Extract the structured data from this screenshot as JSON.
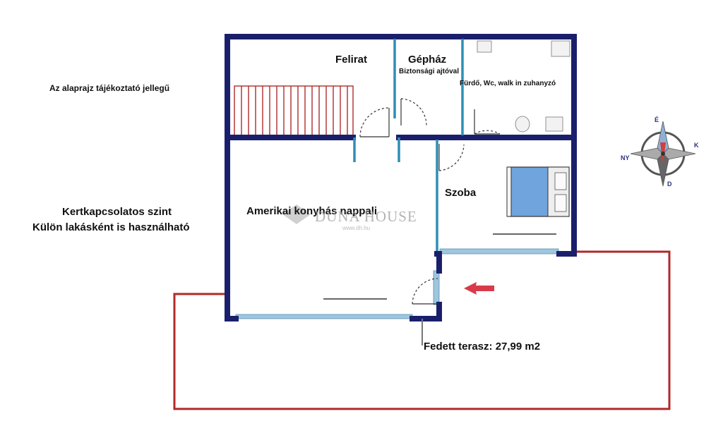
{
  "note": "Az alaprajz tájékoztató jellegű",
  "level": {
    "line1": "Kertkapcsolatos szint",
    "line2": "Külön lakásként is használható"
  },
  "rooms": {
    "felirat": "Felirat",
    "gephaz": "Gépház",
    "gephaz_sub": "Biztonsági ajtóval",
    "furdo": "Fürdő, Wc, walk in zuhanyzó",
    "szoba": "Szoba",
    "nappali": "Amerikai konyhás nappali"
  },
  "terrace": "Fedett terasz: 27,99 m2",
  "watermark": {
    "brand": "DUNA HOUSE",
    "url": "www.dh.hu"
  },
  "compass": {
    "north": "É",
    "east": "K",
    "south": "D",
    "west": "NY"
  },
  "colors": {
    "wall": "#1a1f6b",
    "interior_wall": "#2e8fb5",
    "window": "#9ec6de",
    "terrace_outline": "#b02a2a",
    "stairs": "#b02a2a",
    "arrow": "#d83a4a",
    "bed": "#6fa4dd"
  }
}
